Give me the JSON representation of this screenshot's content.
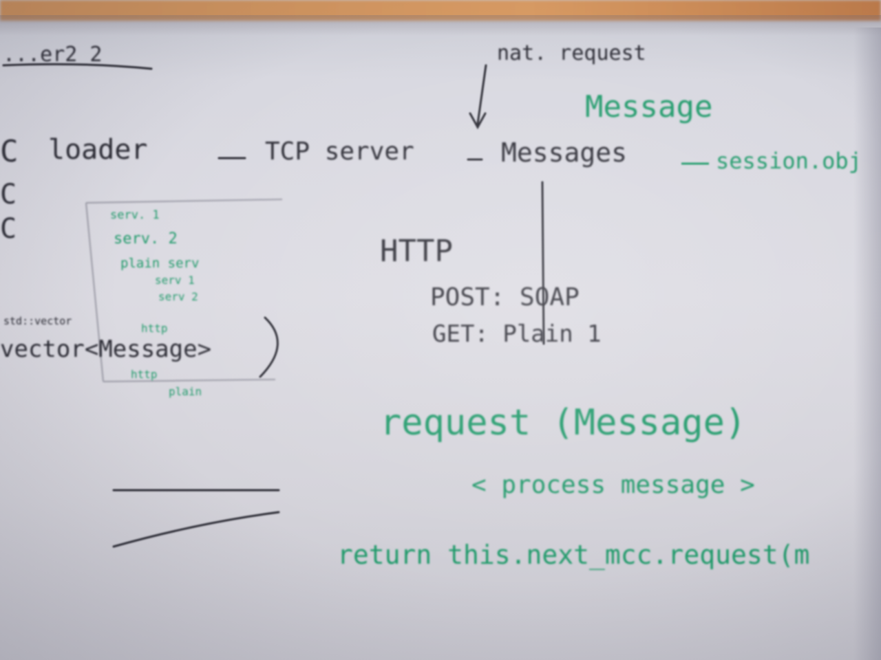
{
  "header_scrawl": "...er2 2",
  "top_label": "nat. request",
  "message_label": "Message",
  "pipeline": {
    "loader": "loader",
    "tcp": "TCP server",
    "messages": "Messages",
    "session": "session.obj"
  },
  "side_brackets": [
    "C",
    "C",
    "C"
  ],
  "http": {
    "title": "HTTP",
    "post": "POST: SOAP",
    "get": "GET: Plain 1"
  },
  "box_items": {
    "i1": "serv. 1",
    "i2": "serv. 2",
    "i3": "plain serv",
    "i4": "serv 1",
    "i5": "serv 2",
    "i6": "http",
    "i7": "http",
    "i8": "plain"
  },
  "vector_label": "vector<Message>",
  "vector_small": "std::vector",
  "code": {
    "line1": "request (Message)",
    "line2": "< process message >",
    "line3": "return this.next_mcc.request(m"
  },
  "colors": {
    "marker_black": "#2a2a33",
    "marker_green": "#1f9a6a"
  }
}
